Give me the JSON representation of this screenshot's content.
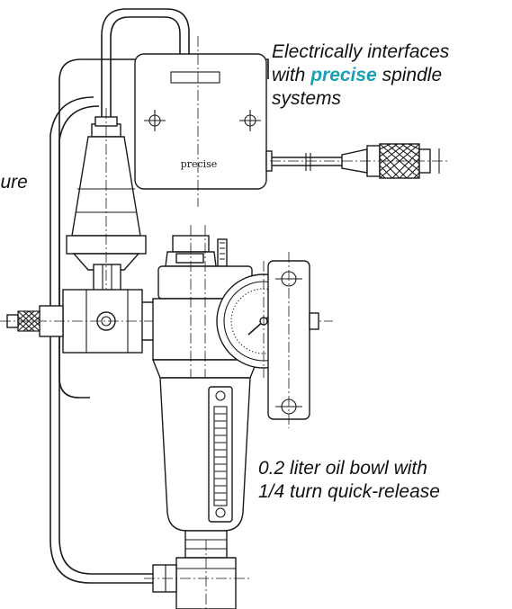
{
  "callouts": {
    "electrical_line1": "Electrically interfaces",
    "electrical_line2_before": "with ",
    "electrical_brand": "precise",
    "electrical_line2_after": " spindle",
    "electrical_line3": "systems",
    "pressure_fragment": "sure",
    "bowl_line1": "0.2 liter oil bowl with",
    "bowl_line2": "1/4 turn quick-release"
  },
  "module": {
    "label": "precise"
  },
  "colors": {
    "brand": "#1aa0b4",
    "line": "#1a1a1a",
    "text": "#111111"
  }
}
